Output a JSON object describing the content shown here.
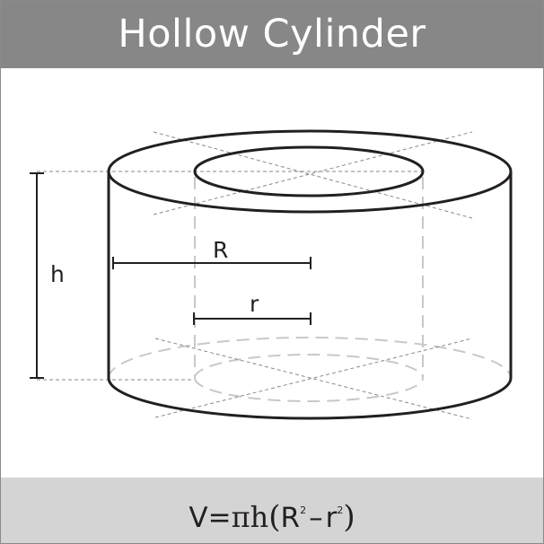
{
  "title": "Hollow Cylinder",
  "labels": {
    "outer_radius": "R",
    "inner_radius": "r",
    "height": "h"
  },
  "formula": {
    "lhs": "V",
    "equals": "=",
    "pi": "π",
    "h": "h",
    "open_paren": "(",
    "outer": "R",
    "outer_exp": "2",
    "minus": "–",
    "inner": "r",
    "inner_exp": "2",
    "close_paren": ")"
  },
  "colors": {
    "header_bg": "#878787",
    "footer_bg": "#d4d4d4",
    "line": "#231f20",
    "hidden_line": "#c8c8c8"
  }
}
